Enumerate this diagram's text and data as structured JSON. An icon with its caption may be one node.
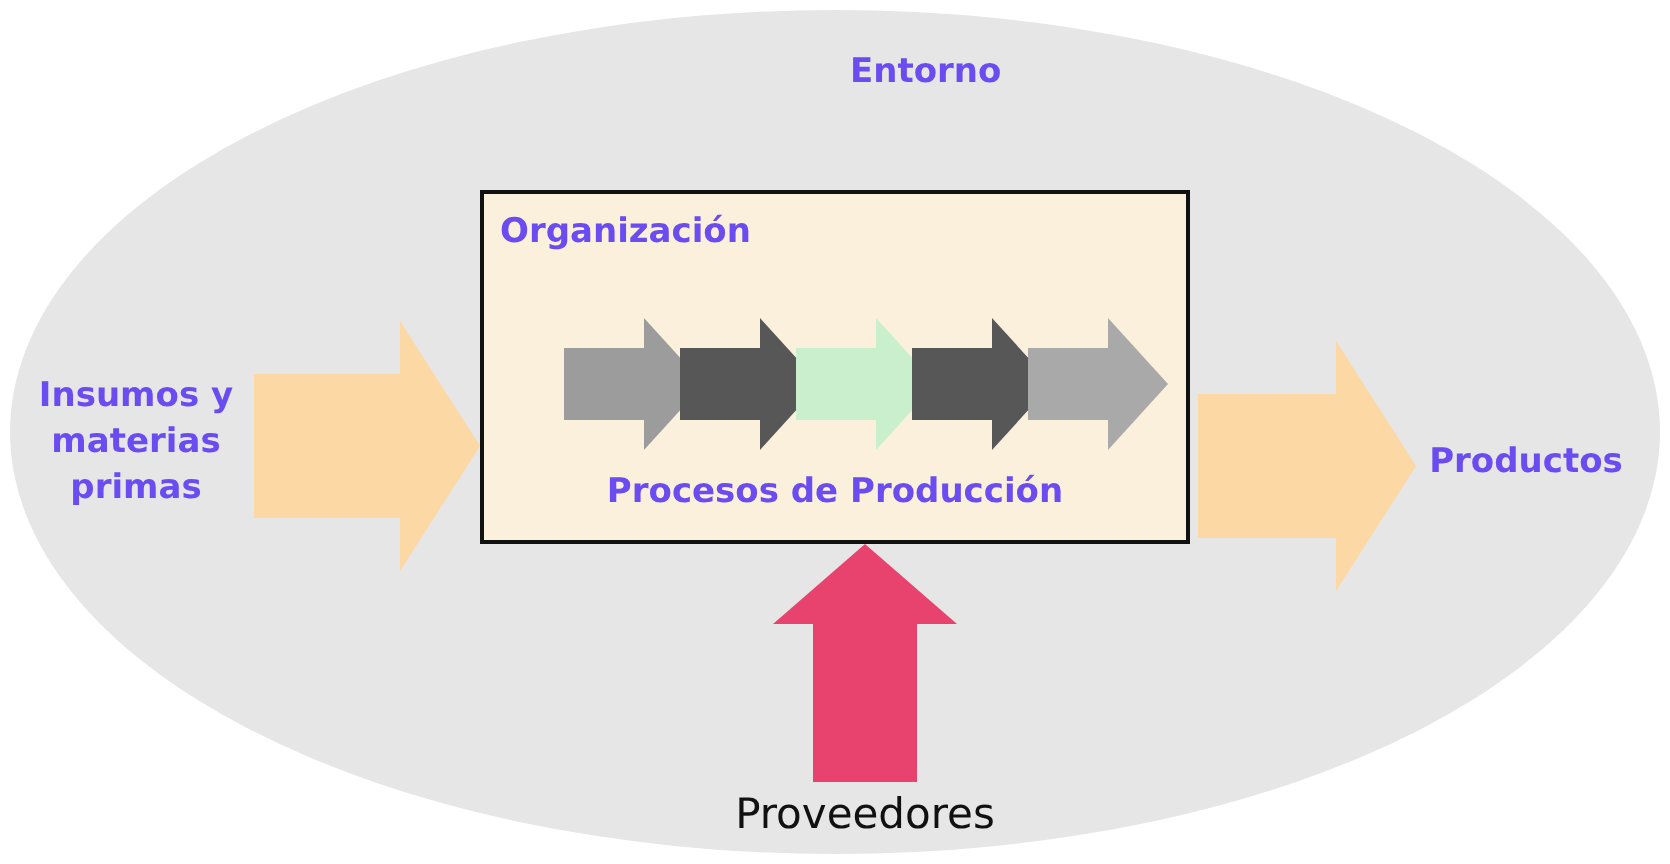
{
  "diagram": {
    "nodes": [
      {
        "text": [
          "Entorno"
        ]
      },
      {
        "text": [
          "Organización",
          "Procesos de Producción"
        ],
        "in": 0
      },
      {
        "text": [
          "Insumos y materias primas"
        ],
        "in": 0
      },
      {
        "text": [
          "Productos"
        ],
        "in": 0
      },
      {
        "text": [
          "Proveedores"
        ],
        "in": 0
      }
    ],
    "edges": [
      {
        "from": 2,
        "to": 1,
        "arrow": "to"
      },
      {
        "from": 1,
        "to": 3,
        "arrow": "to"
      },
      {
        "from": 4,
        "to": 1,
        "arrow": "to",
        "color": "#e8436f"
      }
    ]
  }
}
